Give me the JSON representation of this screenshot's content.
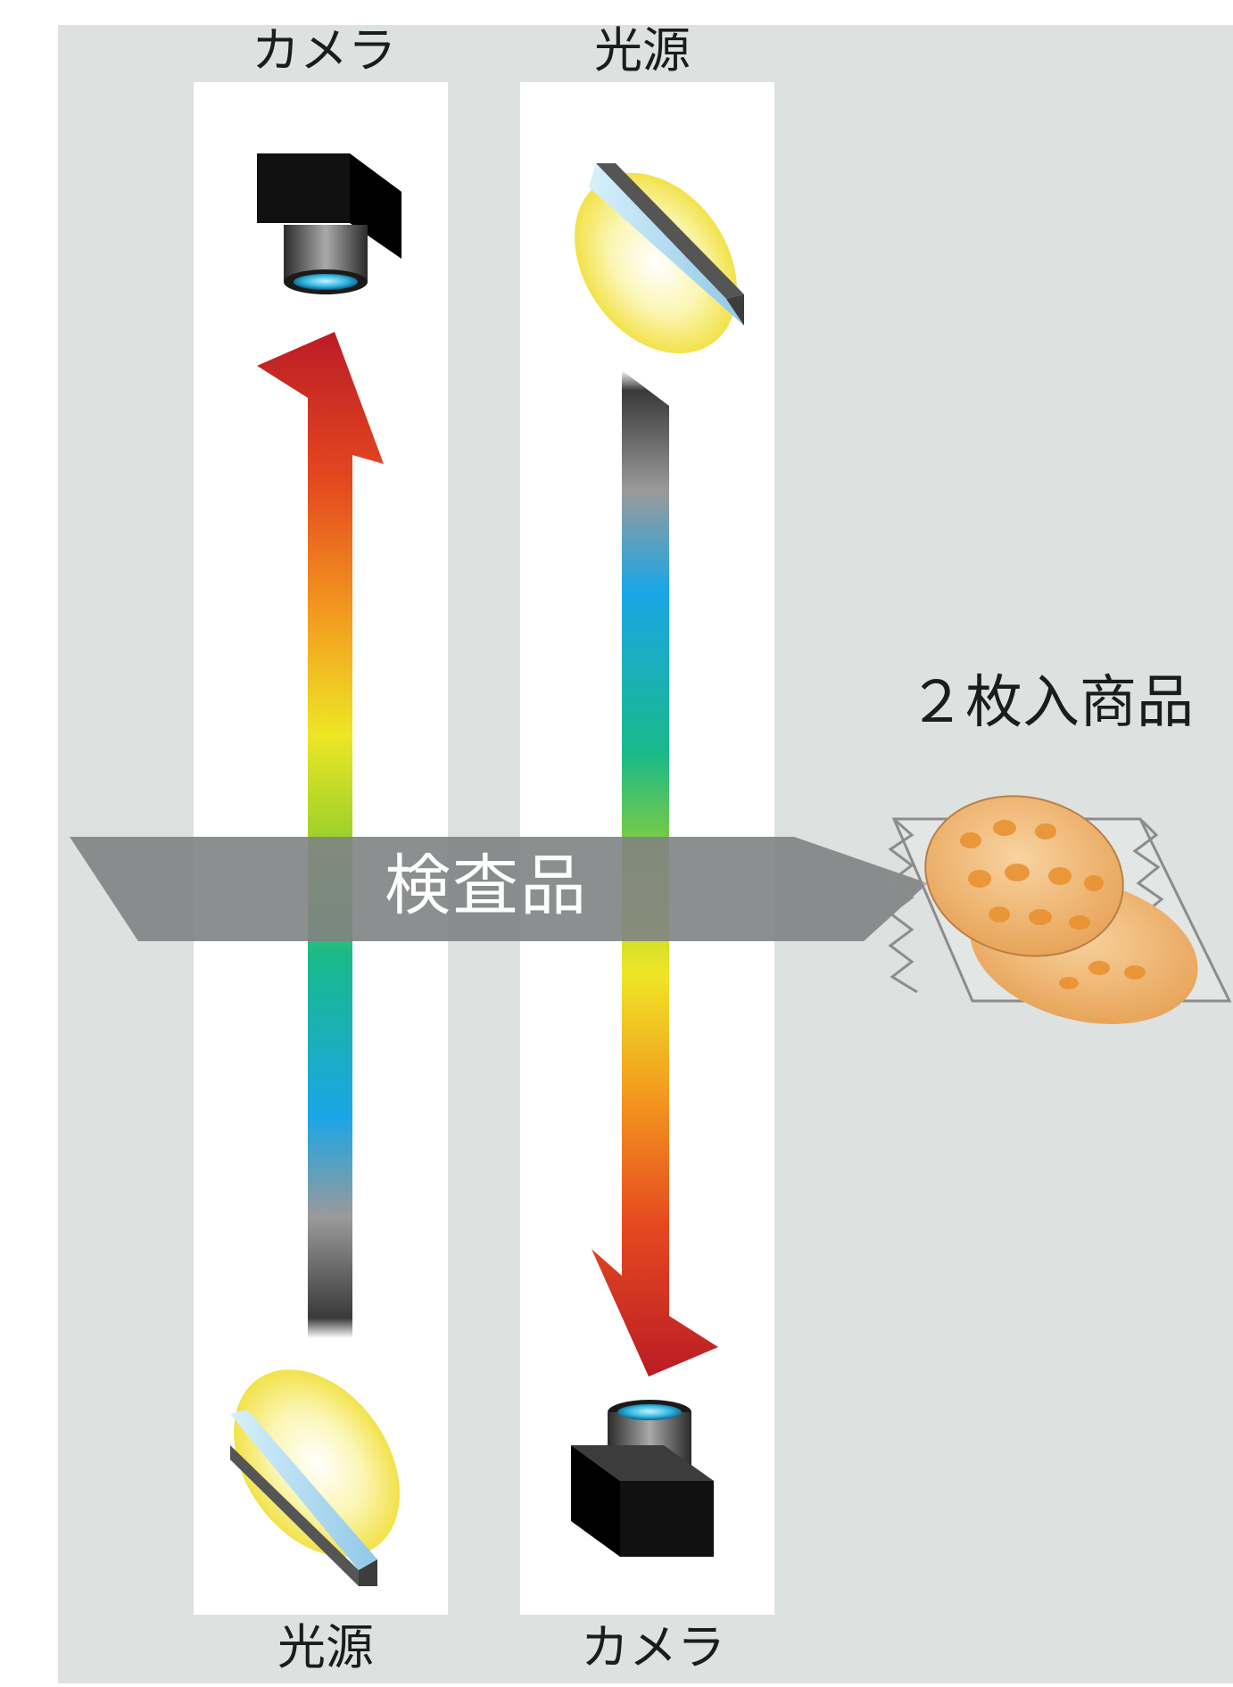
{
  "diagram": {
    "left_column": {
      "top_label": "カメラ",
      "bottom_label": "光源",
      "light_direction": "up"
    },
    "right_column": {
      "top_label": "光源",
      "bottom_label": "カメラ",
      "light_direction": "down"
    },
    "band_label": "検査品",
    "product_label": "２枚入商品"
  },
  "colors": {
    "background": "#dde2e0",
    "column": "#ffffff",
    "band": "#8a8d8d",
    "arrow_head": "#bb1c26",
    "lens": "#33b8e0",
    "light_glow": "#f7ef6a"
  }
}
